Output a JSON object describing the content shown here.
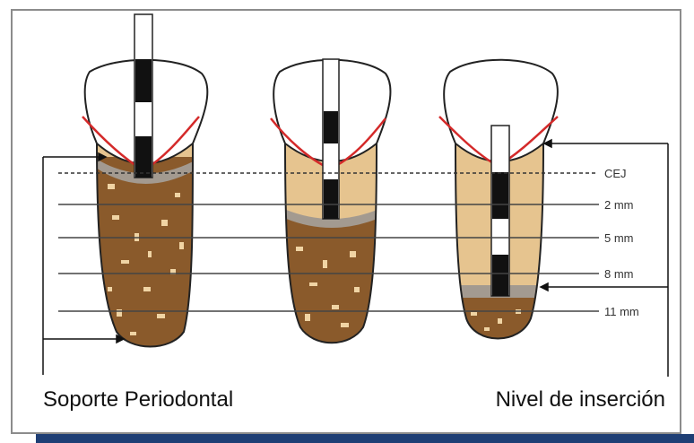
{
  "levels": [
    {
      "label": "CEJ"
    },
    {
      "label": "2 mm"
    },
    {
      "label": "5 mm"
    },
    {
      "label": "8 mm"
    },
    {
      "label": "11 mm"
    }
  ],
  "captions": {
    "left": "Soporte Periodontal",
    "right": "Nivel de inserción"
  },
  "colors": {
    "root_light": "#e6c48f",
    "root_bone": "#8a5a2b",
    "bone_speckle": "#f0d4a4",
    "attachment": "#a39a90",
    "gingiva": "#d42a2a",
    "probe_dark": "#111111",
    "probe_light": "#ffffff",
    "bottom_band": "#1f3f75"
  },
  "icons": [
    "tooth-icon",
    "periodontal-probe-icon",
    "gingiva-line",
    "arrow-icon"
  ]
}
